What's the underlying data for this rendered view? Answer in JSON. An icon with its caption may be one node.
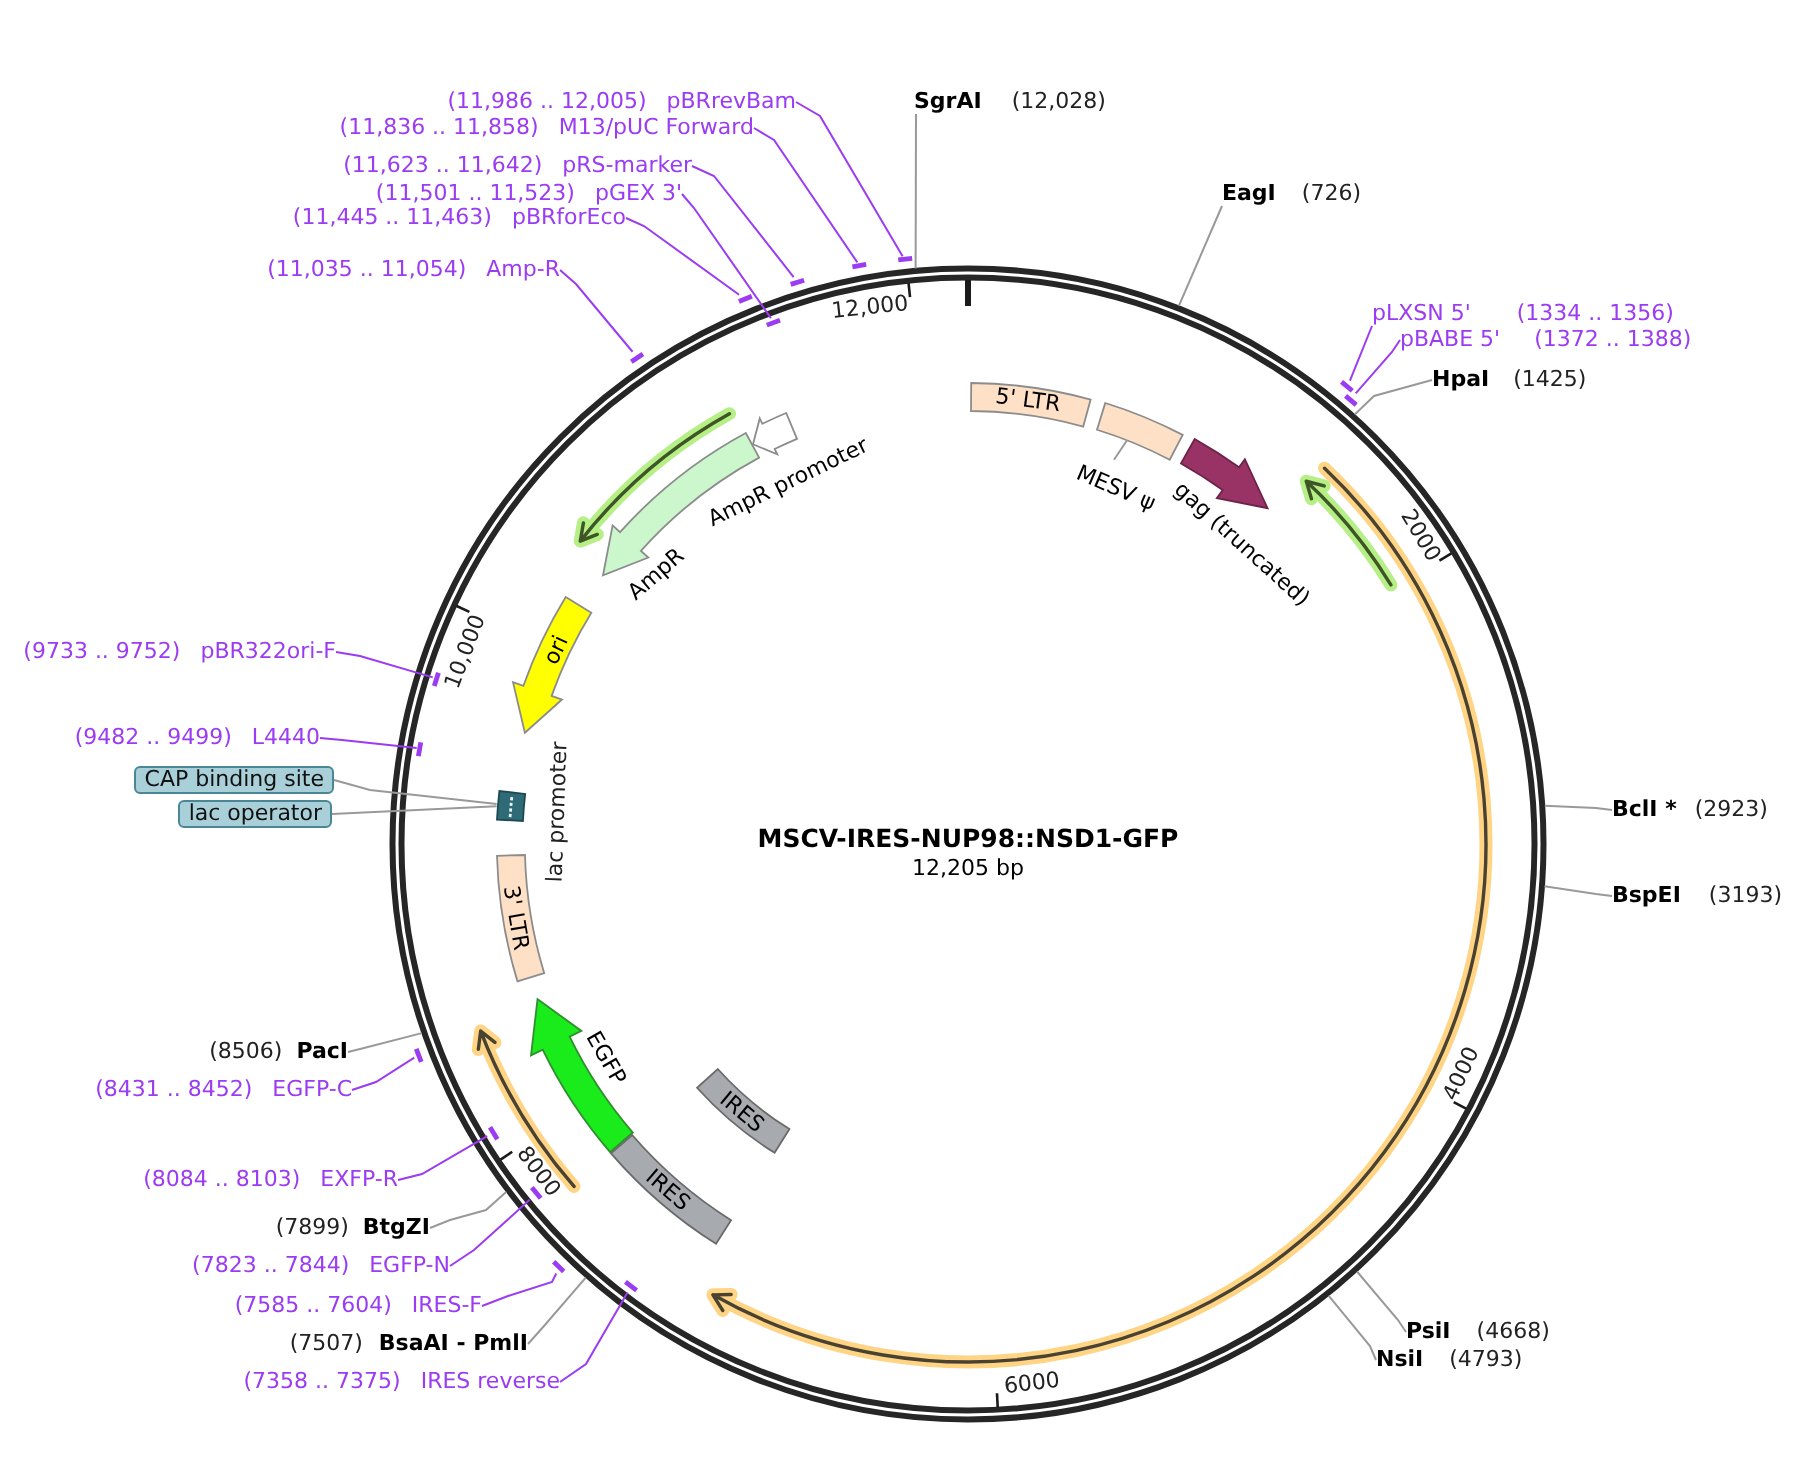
{
  "diagram": {
    "nodes": [
      {
        "text": [
          "MSCV-IRES-NUP98::NSD1-GFP",
          "12,205 bp"
        ]
      },
      {
        "text": [
          "5' LTR"
        ],
        "in": 0
      },
      {
        "text": [],
        "shape": "box",
        "in": 0
      },
      {
        "text": [
          "MESV ψ"
        ],
        "in": 0
      },
      {
        "text": [],
        "shape": "arrow",
        "beside": [
          "gag (truncated)"
        ],
        "in": 0
      },
      {
        "text": [],
        "shape": "arrow",
        "beside": [
          "AmpR promoter"
        ],
        "in": 0
      },
      {
        "text": [],
        "shape": "arrow",
        "beside": [
          "AmpR"
        ],
        "in": 0
      },
      {
        "text": [
          "ori"
        ],
        "in": 0
      },
      {
        "text": [],
        "shape": "box",
        "in": 0
      },
      {
        "text": [
          "3' LTR"
        ],
        "in": 0
      },
      {
        "text": [],
        "shape": "arrow",
        "beside": [
          "EGFP"
        ],
        "in": 0
      },
      {
        "text": [
          "IRES"
        ],
        "in": 0
      },
      {
        "text": [
          "IRES"
        ],
        "in": 0
      },
      {
        "text": [
          "CAP binding site"
        ]
      },
      {
        "text": [
          "lac operator"
        ]
      },
      {
        "text": [
          "SgrAI",
          "(12,028)"
        ]
      },
      {
        "text": [
          "EagI",
          "(726)"
        ]
      },
      {
        "text": [
          "HpaI",
          "(1425)"
        ]
      },
      {
        "text": [
          "BclI *",
          "(2923)"
        ]
      },
      {
        "text": [
          "BspEI",
          "(3193)"
        ]
      },
      {
        "text": [
          "PsiI",
          "(4668)"
        ]
      },
      {
        "text": [
          "NsiI",
          "(4793)"
        ]
      },
      {
        "text": [
          "(7507)",
          "BsaAI - PmlI"
        ]
      },
      {
        "text": [
          "(7899)",
          "BtgZI"
        ]
      },
      {
        "text": [
          "(8506)",
          "PacI"
        ]
      },
      {
        "text": [
          "(11,986 .. 12,005)",
          "pBRrevBam"
        ]
      },
      {
        "text": [],
        "shape": "bar"
      },
      {
        "text": [
          "(11,836 .. 11,858)",
          "M13/pUC Forward"
        ]
      },
      {
        "text": [],
        "shape": "bar"
      },
      {
        "text": [
          "(11,623 .. 11,642)",
          "pRS-marker"
        ]
      },
      {
        "text": [],
        "shape": "bar"
      },
      {
        "text": [
          "(11,501 .. 11,523)",
          "pGEX 3'"
        ]
      },
      {
        "text": [],
        "shape": "bar",
        "in": 0
      },
      {
        "text": [
          "(11,445 .. 11,463)",
          "pBRforEco"
        ]
      },
      {
        "text": [],
        "shape": "bar"
      },
      {
        "text": [
          "(11,035 .. 11,054)",
          "Amp-R"
        ]
      },
      {
        "text": [],
        "shape": "bar"
      },
      {
        "text": [
          "pLXSN 5'",
          "(1334 .. 1356)"
        ]
      },
      {
        "text": [],
        "shape": "bar"
      },
      {
        "text": [
          "pBABE 5'",
          "(1372 .. 1388)"
        ]
      },
      {
        "text": [],
        "shape": "bar"
      },
      {
        "text": [
          "(9733 .. 9752)",
          "pBR322ori-F"
        ]
      },
      {
        "text": [],
        "shape": "bar",
        "in": 0
      },
      {
        "text": [
          "(9482 .. 9499)",
          "L4440"
        ]
      },
      {
        "text": [],
        "shape": "bar",
        "in": 0
      },
      {
        "text": [
          "(8431 .. 8452)",
          "EGFP-C"
        ]
      },
      {
        "text": [],
        "shape": "bar"
      },
      {
        "text": [
          "(8084 .. 8103)",
          "EXFP-R"
        ]
      },
      {
        "text": [],
        "shape": "bar",
        "in": 0
      },
      {
        "text": [
          "(7823 .. 7844)",
          "EGFP-N"
        ]
      },
      {
        "text": [],
        "shape": "bar",
        "in": 0
      },
      {
        "text": [
          "(7585 .. 7604)",
          "IRES-F"
        ]
      },
      {
        "text": [],
        "shape": "bar"
      },
      {
        "text": [
          "(7358 .. 7375)",
          "IRES reverse"
        ]
      },
      {
        "text": [],
        "shape": "bar",
        "in": 0
      }
    ],
    "edges": [
      {
        "from": 3,
        "to": 2,
        "arrow": "none",
        "color": "#999999"
      },
      {
        "from": 13,
        "to": 8,
        "arrow": "none",
        "color": "#999999"
      },
      {
        "from": 14,
        "to": 8,
        "arrow": "none",
        "color": "#999999"
      },
      {
        "from": 15,
        "to": 0,
        "arrow": "none",
        "color": "#999999"
      },
      {
        "from": 16,
        "to": 0,
        "arrow": "none",
        "color": "#999999"
      },
      {
        "from": 17,
        "to": 0,
        "arrow": "none",
        "color": "#999999"
      },
      {
        "from": 18,
        "to": 0,
        "arrow": "none",
        "color": "#999999"
      },
      {
        "from": 19,
        "to": 0,
        "arrow": "none",
        "color": "#999999"
      },
      {
        "from": 20,
        "to": 0,
        "arrow": "none",
        "color": "#999999"
      },
      {
        "from": 21,
        "to": 0,
        "arrow": "none",
        "color": "#999999"
      },
      {
        "from": 22,
        "to": 0,
        "arrow": "none",
        "color": "#999999"
      },
      {
        "from": 23,
        "to": 0,
        "arrow": "none",
        "color": "#999999"
      },
      {
        "from": 24,
        "to": 0,
        "arrow": "none",
        "color": "#999999"
      },
      {
        "from": 25,
        "to": 26,
        "arrow": "none"
      },
      {
        "from": 27,
        "to": 28,
        "arrow": "none"
      },
      {
        "from": 29,
        "to": 30,
        "arrow": "none"
      },
      {
        "from": 31,
        "to": 32,
        "arrow": "none"
      },
      {
        "from": 33,
        "to": 34,
        "arrow": "none"
      },
      {
        "from": 35,
        "to": 36,
        "arrow": "none"
      },
      {
        "from": 37,
        "to": 38,
        "arrow": "none"
      },
      {
        "from": 39,
        "to": 40,
        "arrow": "none"
      },
      {
        "from": 41,
        "to": 42,
        "arrow": "none"
      },
      {
        "from": 43,
        "to": 44,
        "arrow": "none"
      },
      {
        "from": 45,
        "to": 46,
        "arrow": "none"
      },
      {
        "from": 47,
        "to": 48,
        "arrow": "none"
      },
      {
        "from": 49,
        "to": 50,
        "arrow": "none"
      },
      {
        "from": 51,
        "to": 52,
        "arrow": "none"
      },
      {
        "from": 53,
        "to": 54,
        "arrow": "none"
      }
    ],
    "labels": [
      "12,000",
      "2000",
      "10,000",
      "lac promoter",
      "4000",
      "8000",
      "6000"
    ]
  }
}
